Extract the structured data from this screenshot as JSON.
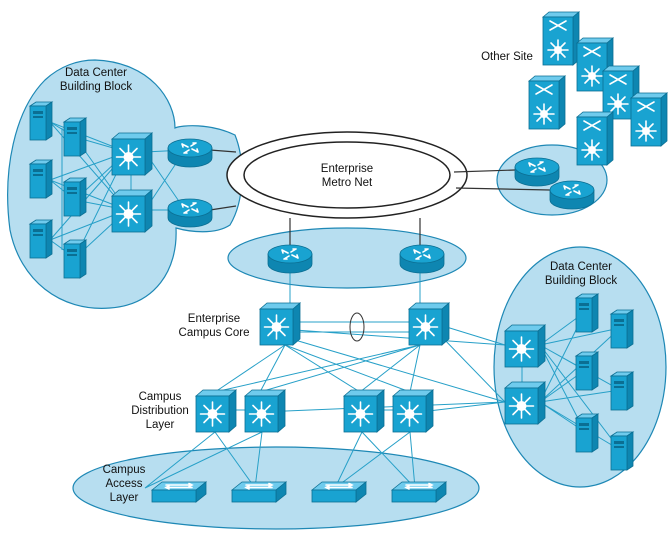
{
  "labels": {
    "dc_left_line1": "Data Center",
    "dc_left_line2": "Building Block",
    "metro_line1": "Enterprise",
    "metro_line2": "Metro Net",
    "other_site": "Other Site",
    "dc_right_line1": "Data Center",
    "dc_right_line2": "Building Block",
    "core_line1": "Enterprise",
    "core_line2": "Campus Core",
    "dist_line1": "Campus",
    "dist_line2": "Distribution",
    "dist_line3": "Layer",
    "access_line1": "Campus",
    "access_line2": "Access",
    "access_line3": "Layer"
  },
  "icons": {
    "server": "server-icon",
    "router": "router-icon",
    "multilayer_switch": "multilayer-switch-icon",
    "workgroup_switch": "workgroup-switch-icon",
    "atm_switch": "atm-switch-icon"
  },
  "colors": {
    "zone_fill": "#b7def0",
    "zone_stroke": "#1e88b5",
    "device_face": "#19a3d1",
    "device_side": "#0e86b1",
    "device_top": "#6fcbed",
    "link": "#27a0c8"
  }
}
